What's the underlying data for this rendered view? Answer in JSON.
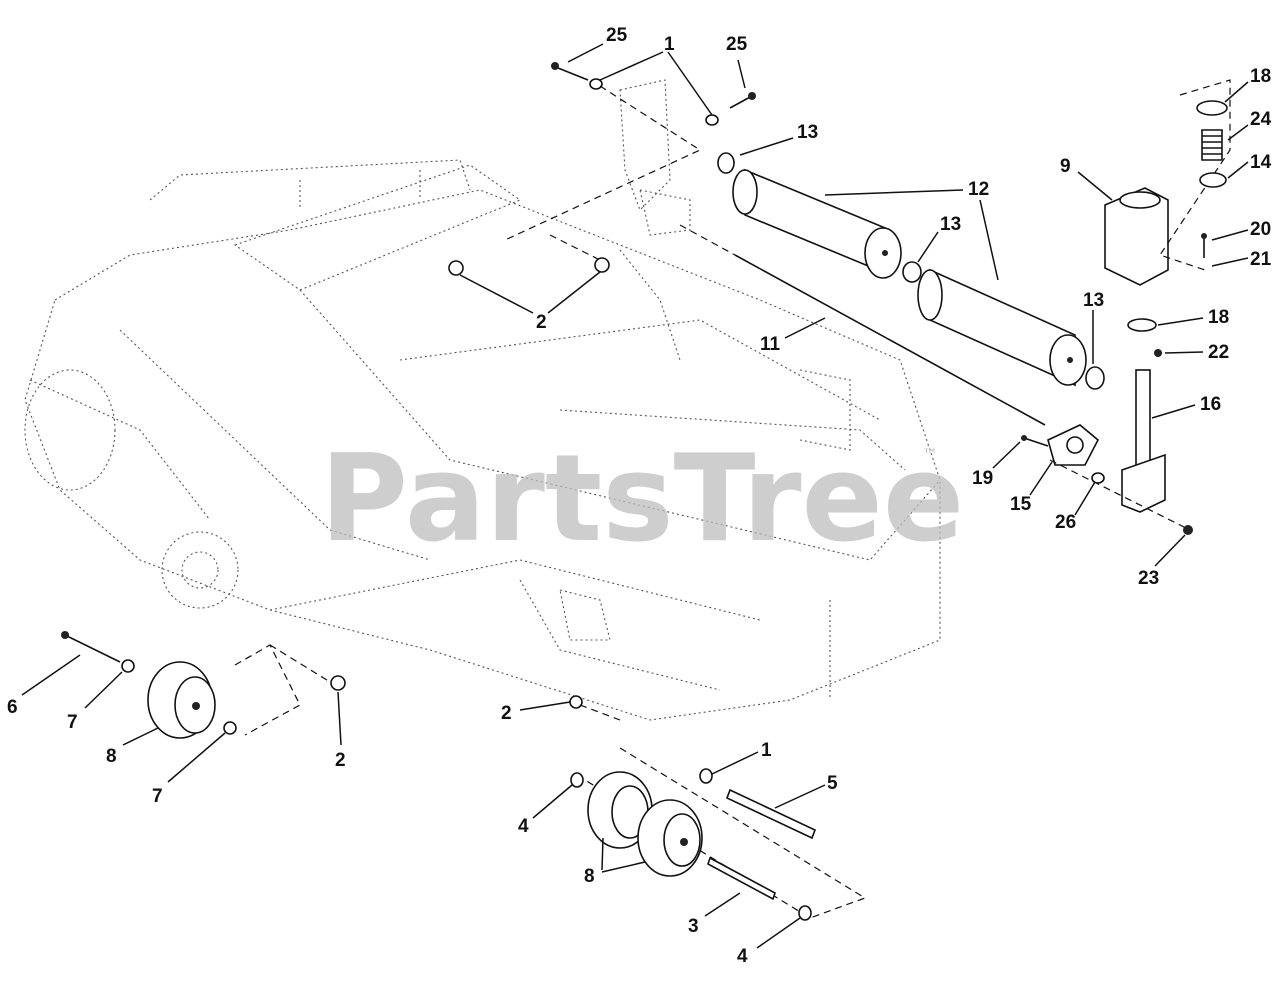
{
  "watermark": {
    "text": "PartsTree",
    "trademark": "™"
  },
  "callouts": [
    {
      "id": "c25a",
      "label": "25"
    },
    {
      "id": "c1a",
      "label": "1"
    },
    {
      "id": "c25b",
      "label": "25"
    },
    {
      "id": "c13a",
      "label": "13"
    },
    {
      "id": "c12",
      "label": "12"
    },
    {
      "id": "c13b",
      "label": "13"
    },
    {
      "id": "c9",
      "label": "9"
    },
    {
      "id": "c18a",
      "label": "18"
    },
    {
      "id": "c24",
      "label": "24"
    },
    {
      "id": "c14",
      "label": "14"
    },
    {
      "id": "c20",
      "label": "20"
    },
    {
      "id": "c21",
      "label": "21"
    },
    {
      "id": "c2a",
      "label": "2"
    },
    {
      "id": "c11",
      "label": "11"
    },
    {
      "id": "c13c",
      "label": "13"
    },
    {
      "id": "c18b",
      "label": "18"
    },
    {
      "id": "c22",
      "label": "22"
    },
    {
      "id": "c16",
      "label": "16"
    },
    {
      "id": "c19",
      "label": "19"
    },
    {
      "id": "c15",
      "label": "15"
    },
    {
      "id": "c26",
      "label": "26"
    },
    {
      "id": "c23",
      "label": "23"
    },
    {
      "id": "c6",
      "label": "6"
    },
    {
      "id": "c7a",
      "label": "7"
    },
    {
      "id": "c8a",
      "label": "8"
    },
    {
      "id": "c7b",
      "label": "7"
    },
    {
      "id": "c2b",
      "label": "2"
    },
    {
      "id": "c2c",
      "label": "2"
    },
    {
      "id": "c1b",
      "label": "1"
    },
    {
      "id": "c5",
      "label": "5"
    },
    {
      "id": "c4a",
      "label": "4"
    },
    {
      "id": "c8b",
      "label": "8"
    },
    {
      "id": "c3",
      "label": "3"
    },
    {
      "id": "c4b",
      "label": "4"
    }
  ]
}
